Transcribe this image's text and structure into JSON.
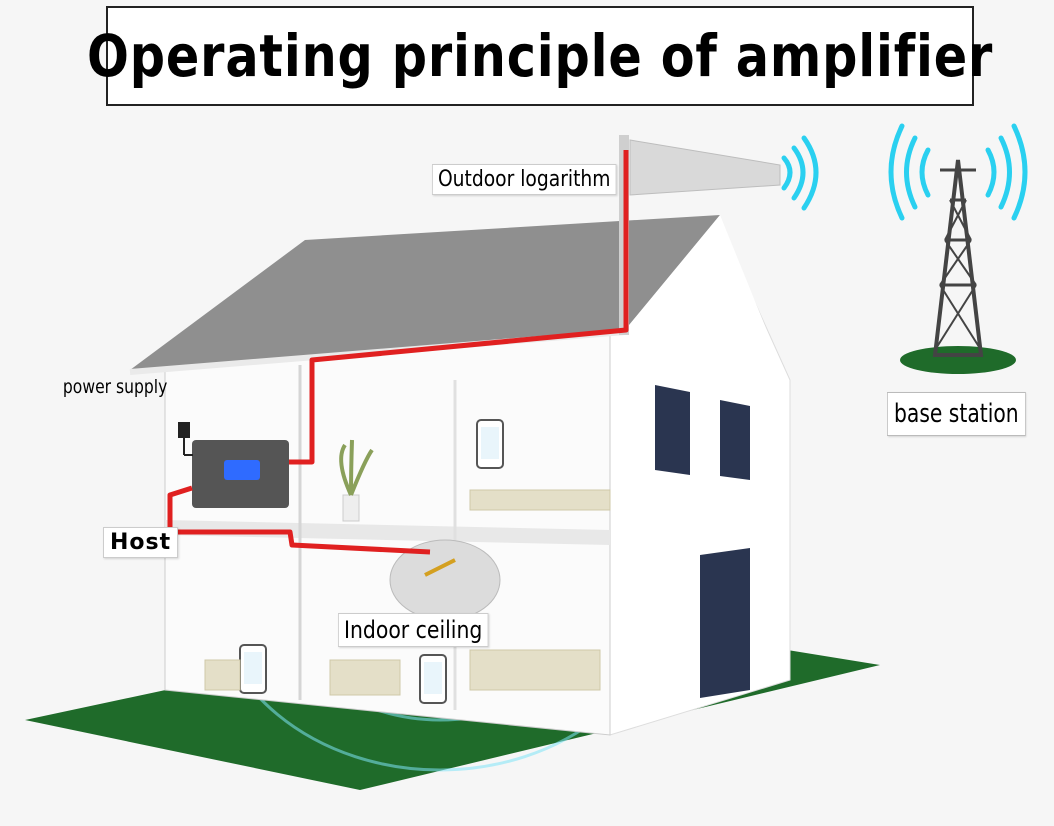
{
  "title": "Operating principle of amplifier",
  "labels": {
    "outdoor": "Outdoor logarithm",
    "power_supply": "power supply",
    "host": "Host",
    "indoor": "Indoor ceiling",
    "base_station": "base station"
  },
  "colors": {
    "cable": "#e02020",
    "signal": "#2ad0f0",
    "ground": "#1f6b2a",
    "roof": "#8a8a8a",
    "device": "#555555",
    "device_screen": "#2f6bff"
  }
}
